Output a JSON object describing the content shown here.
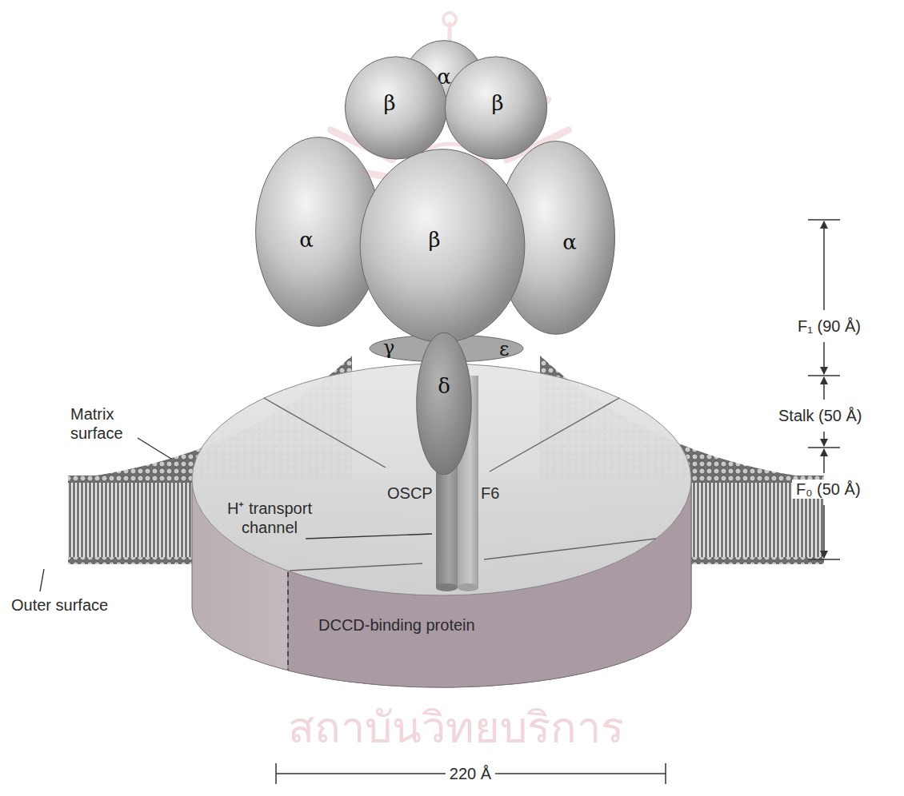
{
  "diagram": {
    "nodes": [
      {
        "text": [
          "α"
        ]
      },
      {
        "text": [
          "β"
        ]
      },
      {
        "text": [
          "β"
        ]
      },
      {
        "text": [
          "α"
        ]
      },
      {
        "text": [
          "β"
        ]
      },
      {
        "text": [
          "α"
        ]
      },
      {
        "text": [
          "δ"
        ]
      }
    ],
    "labels": [
      "γ",
      "ε",
      "Matrix surface",
      "OSCP",
      "F6",
      "H⁺ transport channel",
      "Outer surface",
      "DCCD-binding protein",
      "F₁ (90 Å)",
      "Stalk (50 Å)",
      "F₀ (50 Å)",
      "220 Å",
      "สถาบันวิทยบริการ"
    ]
  }
}
